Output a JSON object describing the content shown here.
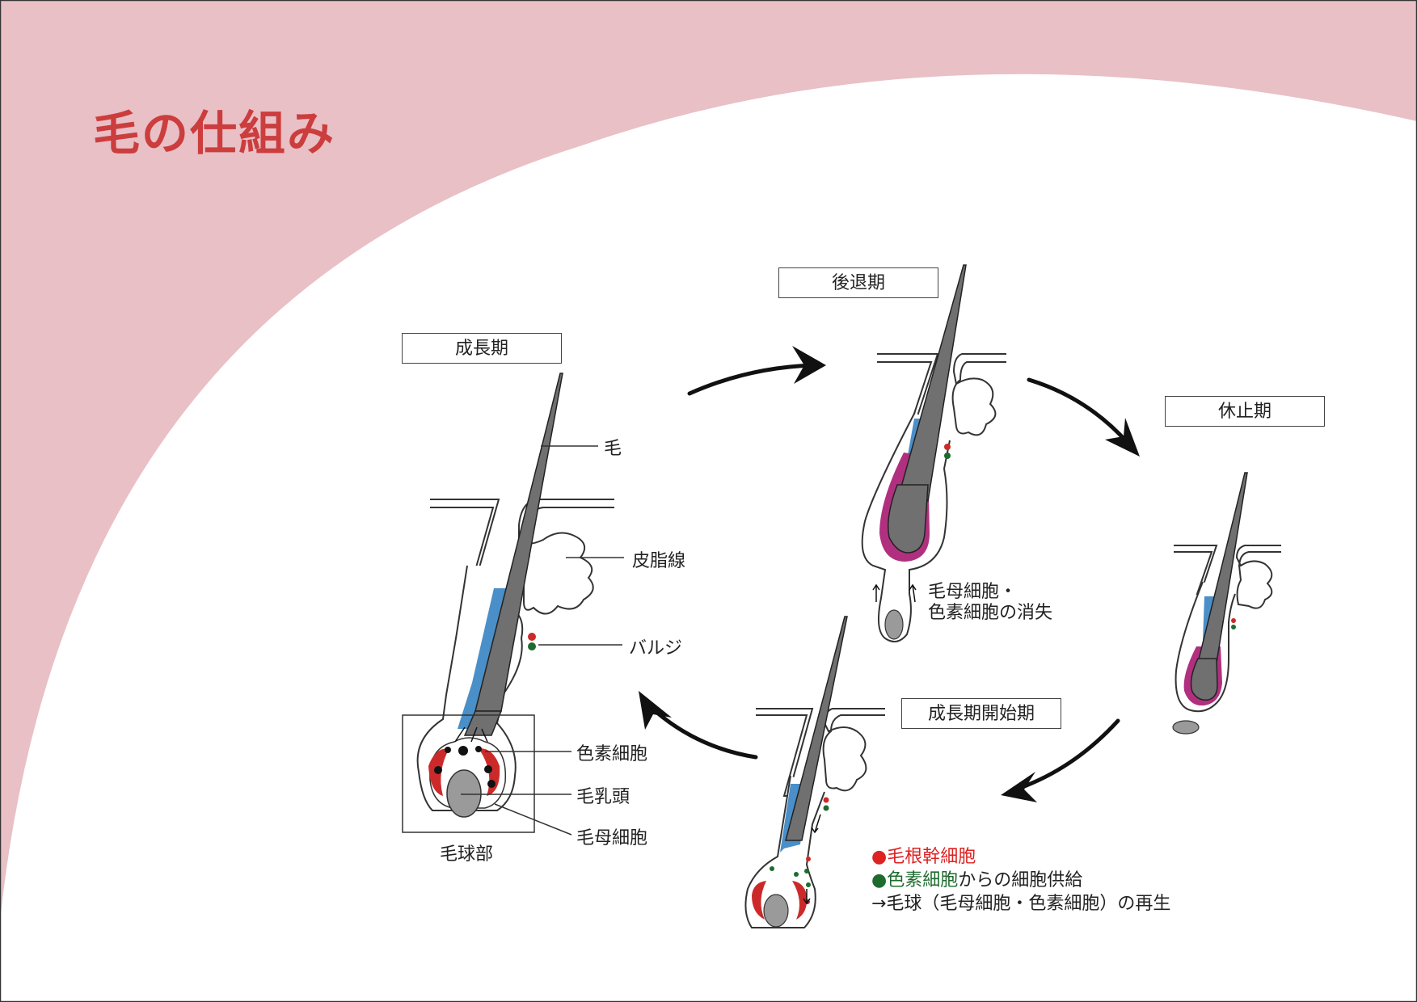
{
  "title": "毛の仕組み",
  "phases": {
    "anagen": "成長期",
    "catagen": "後退期",
    "telogen": "休止期",
    "early_anagen": "成長期開始期"
  },
  "labels": {
    "hair": "毛",
    "sebaceous_gland": "皮脂線",
    "bulge": "バルジ",
    "melanocytes": "色素細胞",
    "dermal_papilla": "毛乳頭",
    "matrix_cells": "毛母細胞",
    "hair_bulb": "毛球部",
    "loss_line1": "毛母細胞・",
    "loss_line2": "色素細胞の消失"
  },
  "legend": {
    "bullet": "●",
    "stem_cells": "毛根幹細胞",
    "melanocyte_part": "色素細胞",
    "supply_suffix": "からの細胞供給",
    "regeneration": "→毛球（毛母細胞・色素細胞）の再生"
  },
  "colors": {
    "background_pink": "#e8c0c6",
    "title_red": "#cc3d3d",
    "stem_cell_red": "#cc2a2a",
    "melanocyte_green": "#1e6b2e",
    "sheath_blue": "#4a8fc8",
    "hair_gray": "#707070",
    "catagen_magenta": "#b0307f"
  }
}
